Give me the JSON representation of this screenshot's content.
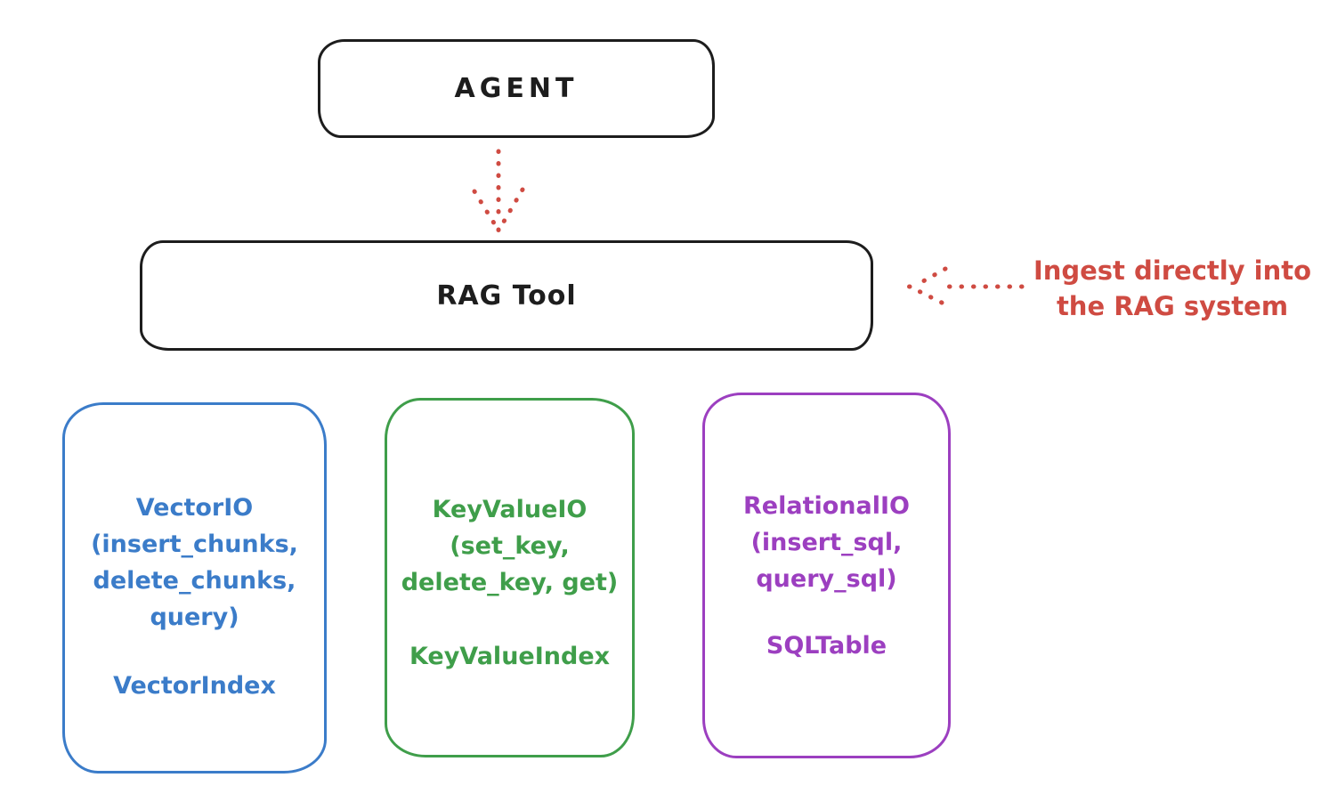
{
  "colors": {
    "background": "#ffffff",
    "ink": "#1d1d1d",
    "red": "#cf4b42",
    "vector_blue": "#3b7cc9",
    "keyvalue_green": "#3f9e4a",
    "relational_purple": "#9c3fc0"
  },
  "agent_box": {
    "label": "AGENT"
  },
  "rag_tool_box": {
    "label": "RAG Tool"
  },
  "annotation": {
    "text": "Ingest directly into\nthe RAG system"
  },
  "backends": [
    {
      "io_block": "VectorIO\n(insert_chunks,\ndelete_chunks,\nquery)",
      "index_label": "VectorIndex",
      "color": "#3b7cc9"
    },
    {
      "io_block": "KeyValueIO\n(set_key,\ndelete_key, get)",
      "index_label": "KeyValueIndex",
      "color": "#3f9e4a"
    },
    {
      "io_block": "RelationalIO\n(insert_sql,\nquery_sql)",
      "index_label": "SQLTable",
      "color": "#9c3fc0"
    }
  ]
}
